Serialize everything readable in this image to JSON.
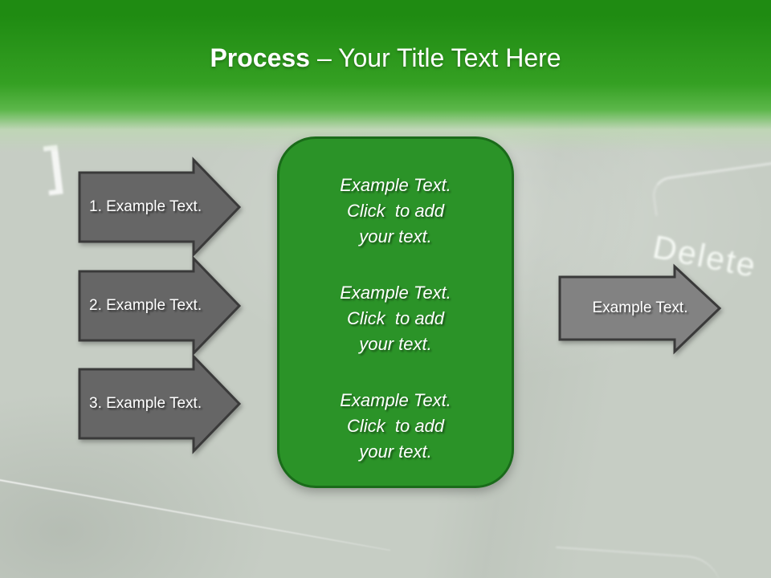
{
  "slide": {
    "title": {
      "bold": "Process",
      "regular": "– Your Title Text Here"
    }
  },
  "process_arrows": [
    {
      "label": "1. Example Text."
    },
    {
      "label": "2. Example Text."
    },
    {
      "label": "3. Example Text."
    }
  ],
  "center_panel": {
    "blocks": [
      {
        "lines": [
          "Example Text.",
          "Click  to add",
          "your text."
        ]
      },
      {
        "lines": [
          "Example Text.",
          "Click  to add",
          "your text."
        ]
      },
      {
        "lines": [
          "Example Text.",
          "Click  to add",
          "your text."
        ]
      }
    ]
  },
  "output_arrow": {
    "label": "Example Text."
  },
  "background": {
    "bracket_glyph": "]",
    "keyboard_key_label": "Delete"
  },
  "colors": {
    "bg_base": "#c6cdc4",
    "header_top": "#1f8b12",
    "header_mid": "#35a023",
    "title_text": "#ffffff",
    "panel_fill": "#2b9328",
    "panel_border": "#1a6b1a",
    "arrow_fill": "#666666",
    "arrow_right_fill": "#828282",
    "arrow_stroke": "#3a3a3a"
  }
}
